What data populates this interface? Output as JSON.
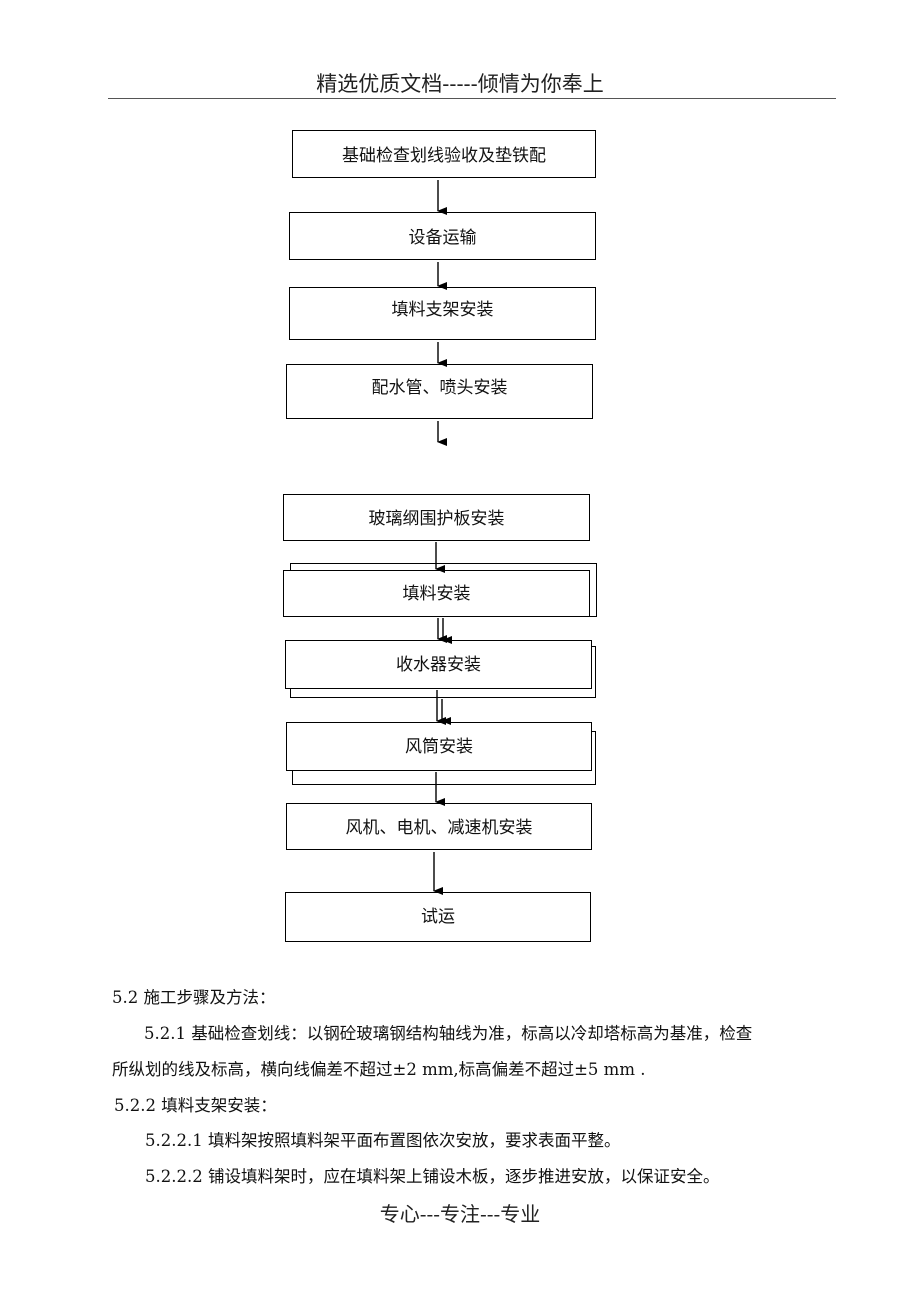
{
  "header": {
    "title": "精选优质文档-----倾情为你奉上"
  },
  "flowchart": {
    "steps": [
      "基础检查划线验收及垫铁配",
      "设备运输",
      "填料支架安装",
      "配水管、喷头安装",
      "玻璃纲围护板安装",
      "填料安装",
      "收水器安装",
      "风筒安装",
      "风机、电机、减速机安装",
      "试运"
    ]
  },
  "body": {
    "section_heading": "5.2 施工步骤及方法：",
    "p_521_line1": "5.2.1 基础检查划线：以钢砼玻璃钢结构轴线为准，标高以冷却塔标高为基准，检查",
    "p_521_line2": "所纵划的线及标高，横向线偏差不超过±2 mm,标高偏差不超过±5 mm .",
    "p_522": "5.2.2 填料支架安装：",
    "p_5221": "5.2.2.1 填料架按照填料架平面布置图依次安放，要求表面平整。",
    "p_5222": "5.2.2.2 铺设填料架时，应在填料架上铺设木板，逐步推进安放，以保证安全。"
  },
  "footer": {
    "text": "专心---专注---专业"
  }
}
